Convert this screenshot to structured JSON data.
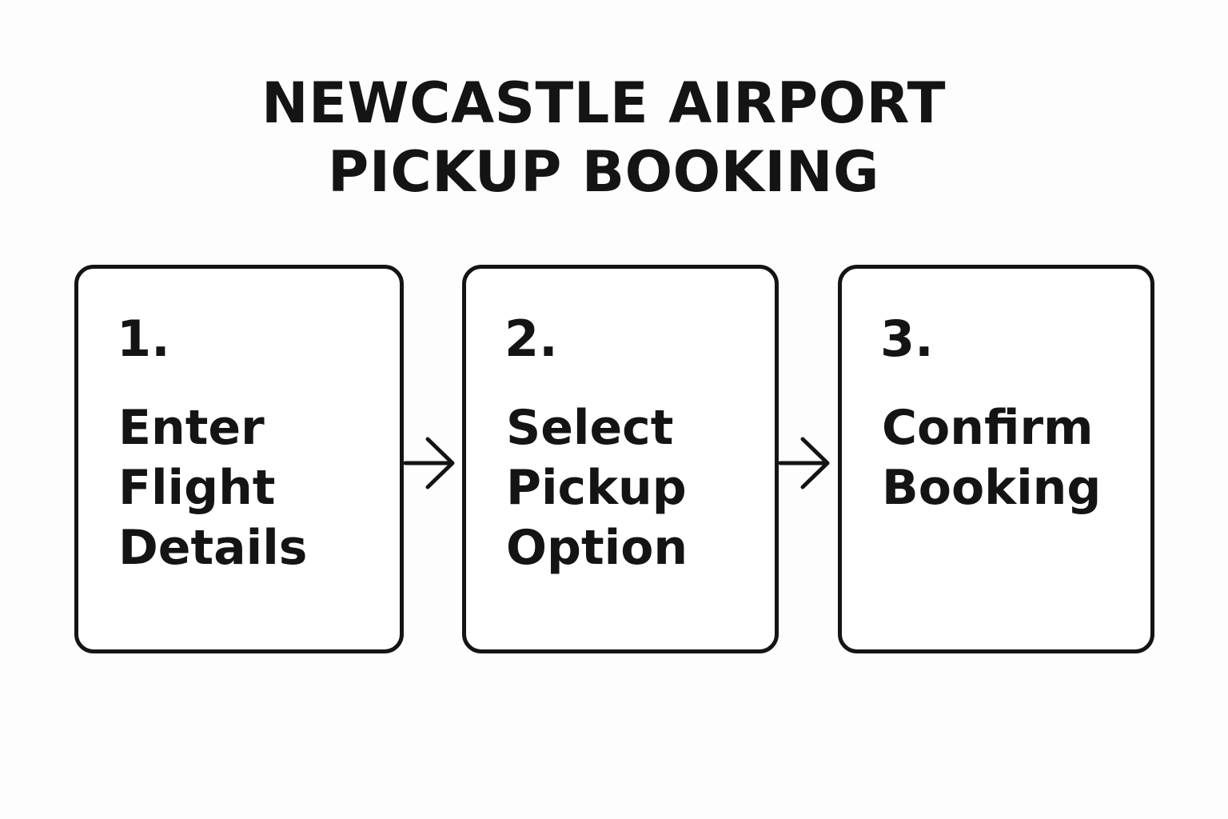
{
  "title": {
    "line1": "NEWCASTLE AIRPORT",
    "line2": "PICKUP BOOKING"
  },
  "steps": [
    {
      "number": "1.",
      "label_lines": [
        "Enter",
        "Flight",
        "Details"
      ]
    },
    {
      "number": "2.",
      "label_lines": [
        "Select",
        "Pickup",
        "Option"
      ]
    },
    {
      "number": "3.",
      "label_lines": [
        "Confirm",
        "Booking"
      ]
    }
  ],
  "connectors": [
    {
      "from": "1.",
      "to": "2.",
      "icon": "arrow-right-icon"
    },
    {
      "from": "2.",
      "to": "3.",
      "icon": "arrow-right-icon"
    }
  ],
  "colors": {
    "background": "#fdfdfd",
    "ink": "#141414",
    "box_fill": "#ffffff"
  }
}
